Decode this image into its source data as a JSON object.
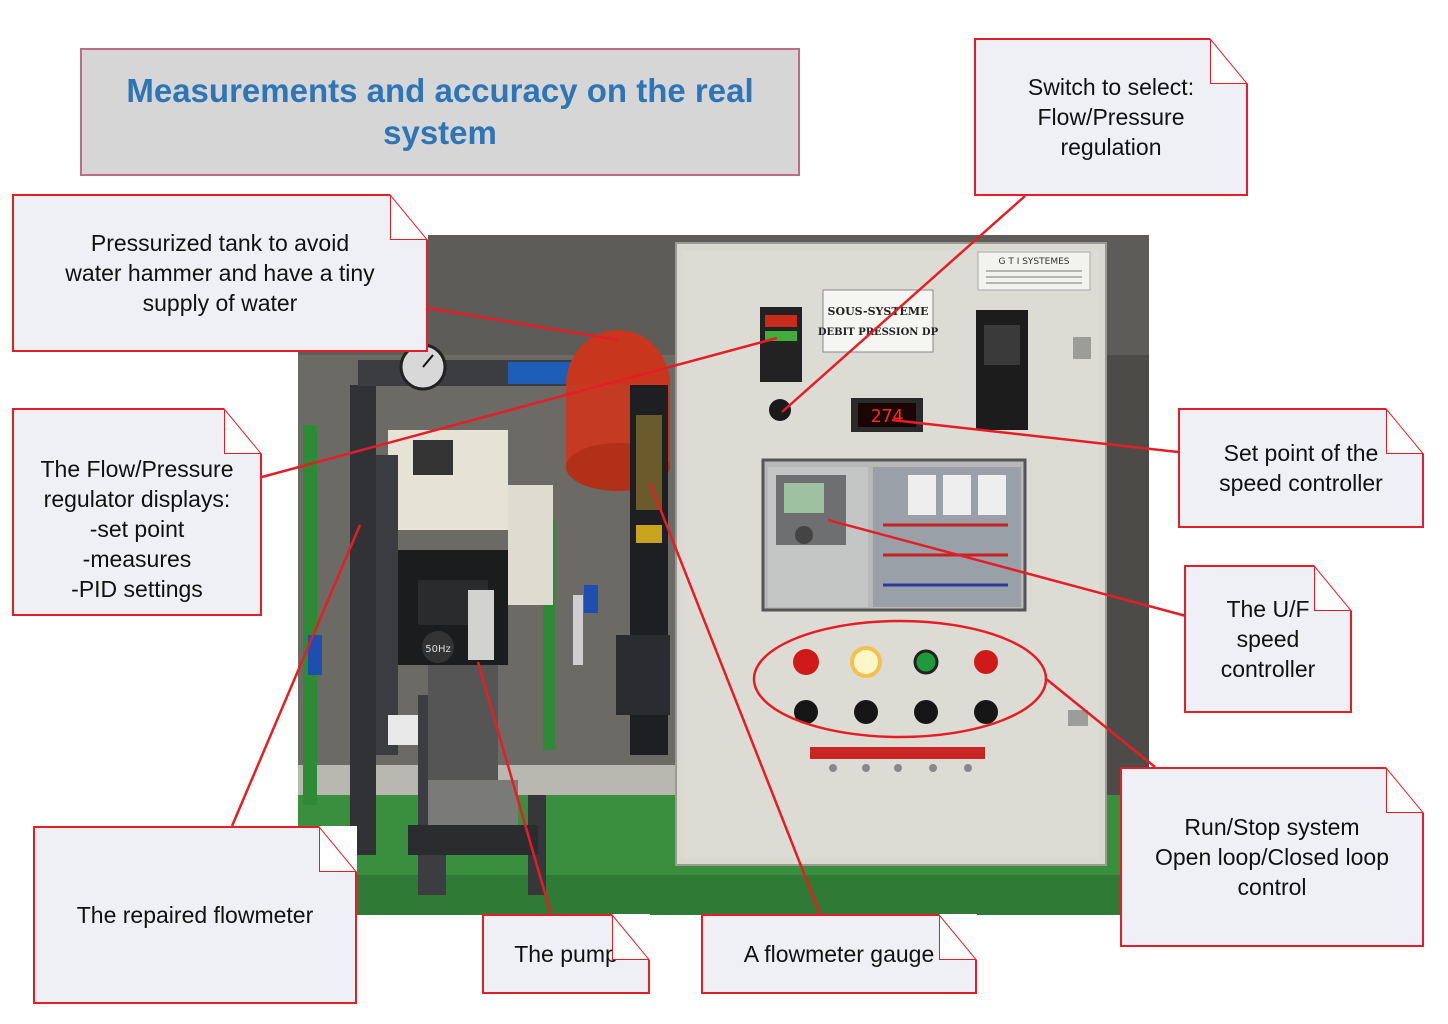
{
  "title": "Measurements and accuracy on the real system",
  "photo": {
    "panel_brand": "G T I  SYSTEMES",
    "panel_label_line1": "SOUS-SYSTEME",
    "panel_label_line2": "DEBIT PRESSION DP",
    "setpoint_display": "274",
    "pump_badge": "50Hz"
  },
  "callouts": {
    "switch": "Switch to select:\nFlow/Pressure\nregulation",
    "tank": "Pressurized tank to avoid\nwater hammer and have a tiny\nsupply of water",
    "regulator": "The Flow/Pressure\nregulator displays:\n-set point\n-measures\n-PID settings",
    "setpoint": "Set point of the\nspeed controller",
    "uf": "The U/F\nspeed\ncontroller",
    "runstop": "Run/Stop system\nOpen loop/Closed loop\ncontrol",
    "flowmeter": "The repaired flowmeter",
    "pump": "The pump",
    "gauge": "A flowmeter gauge"
  },
  "colors": {
    "title_text": "#2e75b6",
    "callout_border": "#e51e26",
    "callout_fill": "#eef0f5",
    "leader_line": "#e51e26"
  }
}
